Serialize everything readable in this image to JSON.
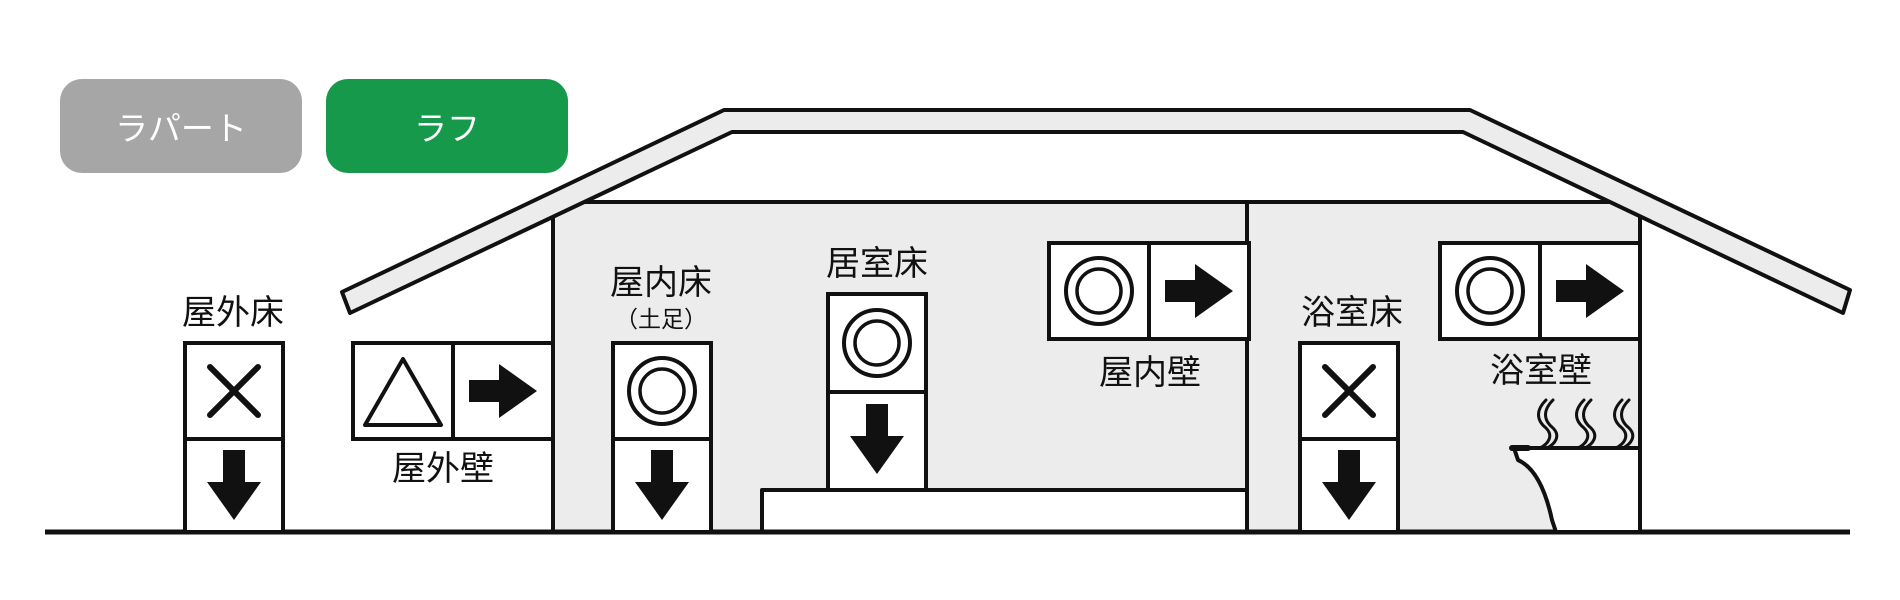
{
  "tabs": [
    {
      "label": "ラパート",
      "active": false,
      "color": "#a6a6a6"
    },
    {
      "label": "ラフ",
      "active": true,
      "color": "#16994a"
    }
  ],
  "colors": {
    "stroke": "#111111",
    "interior_fill": "#ececec",
    "background": "#ffffff"
  },
  "areas": {
    "outdoor_floor": {
      "label": "屋外床",
      "rating": "×",
      "rating_icon": "cross-icon",
      "direction_icon": "arrow-down-icon"
    },
    "outdoor_wall": {
      "label": "屋外壁",
      "rating": "△",
      "rating_icon": "triangle-icon",
      "direction_icon": "arrow-right-icon"
    },
    "indoor_floor": {
      "label": "屋内床",
      "sublabel": "（土足）",
      "rating": "◎",
      "rating_icon": "double-circle-icon",
      "direction_icon": "arrow-down-icon"
    },
    "room_floor": {
      "label": "居室床",
      "rating": "◎",
      "rating_icon": "double-circle-icon",
      "direction_icon": "arrow-down-icon"
    },
    "indoor_wall": {
      "label": "屋内壁",
      "rating": "◎",
      "rating_icon": "double-circle-icon",
      "direction_icon": "arrow-right-icon"
    },
    "bath_floor": {
      "label": "浴室床",
      "rating": "×",
      "rating_icon": "cross-icon",
      "direction_icon": "arrow-down-icon"
    },
    "bath_wall": {
      "label": "浴室壁",
      "rating": "◎",
      "rating_icon": "double-circle-icon",
      "direction_icon": "arrow-right-icon"
    }
  }
}
